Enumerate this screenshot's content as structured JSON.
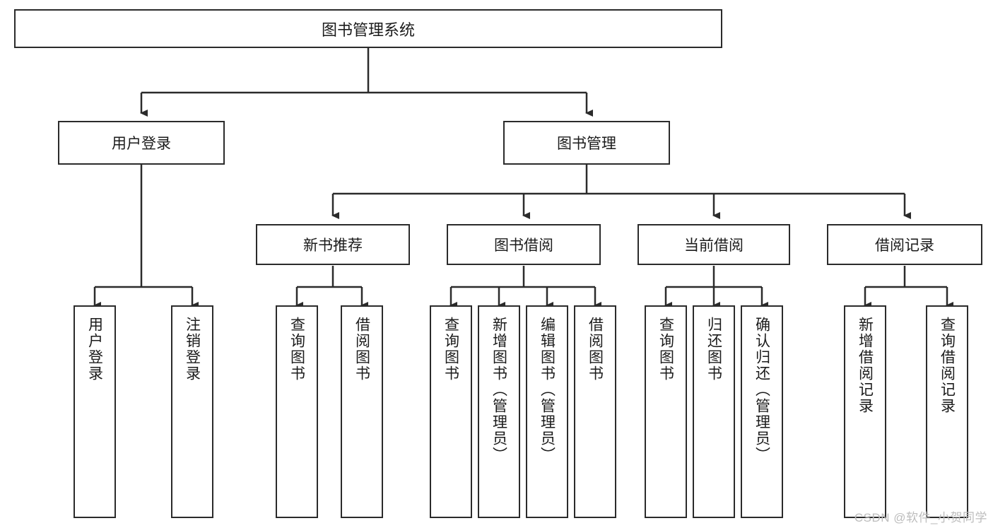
{
  "diagram": {
    "title": "图书管理系统",
    "type": "tree",
    "root": {
      "label": "图书管理系统"
    },
    "level2": [
      {
        "label": "用户登录"
      },
      {
        "label": "图书管理"
      }
    ],
    "level3": [
      {
        "label": "新书推荐"
      },
      {
        "label": "图书借阅"
      },
      {
        "label": "当前借阅"
      },
      {
        "label": "借阅记录"
      }
    ],
    "leaves": {
      "user_login": [
        {
          "label": "用户登录"
        },
        {
          "label": "注销登录"
        }
      ],
      "new_book_recommend": [
        {
          "label": "查询图书"
        },
        {
          "label": "借阅图书"
        }
      ],
      "book_borrow": [
        {
          "label": "查询图书"
        },
        {
          "label": "新增图书（管理员）"
        },
        {
          "label": "编辑图书（管理员）"
        },
        {
          "label": "借阅图书"
        }
      ],
      "current_borrow": [
        {
          "label": "查询图书"
        },
        {
          "label": "归还图书"
        },
        {
          "label": "确认归还（管理员）"
        }
      ],
      "borrow_record": [
        {
          "label": "新增借阅记录"
        },
        {
          "label": "查询借阅记录"
        }
      ]
    }
  },
  "watermark": {
    "text": "CSDN @软件_小贺同学"
  },
  "colors": {
    "stroke": "#2b2b2b",
    "fill": "#ffffff",
    "text": "#1b1b1b",
    "watermark": "#bdbdbd"
  }
}
